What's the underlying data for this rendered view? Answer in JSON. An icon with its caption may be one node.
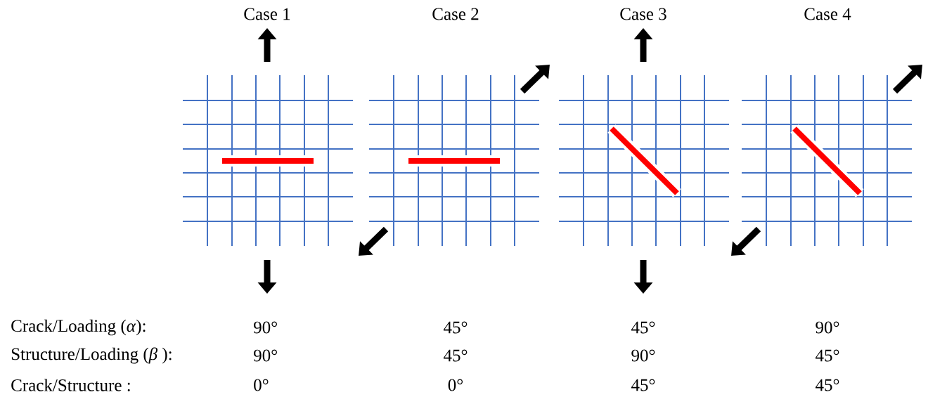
{
  "diagram": {
    "labels": [
      "Case 1",
      "Case 2",
      "Case 3",
      "Case 4",
      "Crack/Loading (*α*):",
      "90°",
      "45°",
      "45°",
      "90°",
      "Structure/Loading (*β* ):",
      "90°",
      "45°",
      "90°",
      "45°",
      "Crack/Structure :",
      "0°",
      "0°",
      "45°",
      "45°"
    ]
  }
}
